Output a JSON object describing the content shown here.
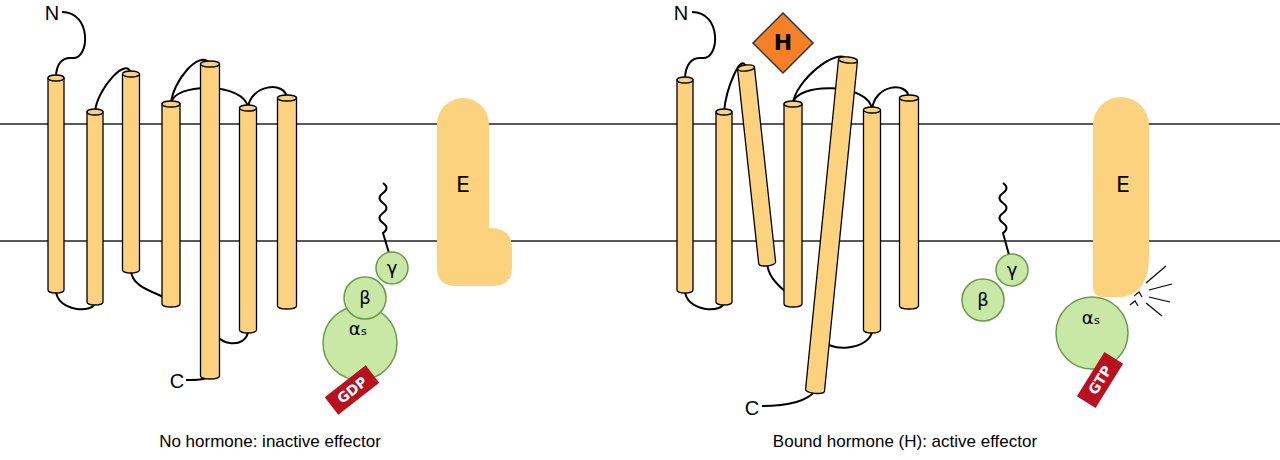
{
  "diagram": {
    "nodes": [
      {
        "text": [
          "γ"
        ]
      },
      {
        "text": [
          "β"
        ]
      },
      {
        "text": [
          "αₛ"
        ]
      },
      {
        "text": [
          "GDP"
        ],
        "in": 2
      },
      {
        "text": [
          "E"
        ]
      },
      {
        "text": [
          "H"
        ]
      },
      {
        "text": [
          "γ"
        ]
      },
      {
        "text": [
          "β"
        ]
      },
      {
        "text": [
          "αₛ"
        ]
      },
      {
        "text": [
          "GTP"
        ],
        "in": 8
      },
      {
        "text": [
          "E"
        ]
      }
    ],
    "labels": [
      "N",
      "C",
      "N",
      "C",
      "No hormone: inactive effector",
      "Bound hormone (H): active effector"
    ]
  }
}
